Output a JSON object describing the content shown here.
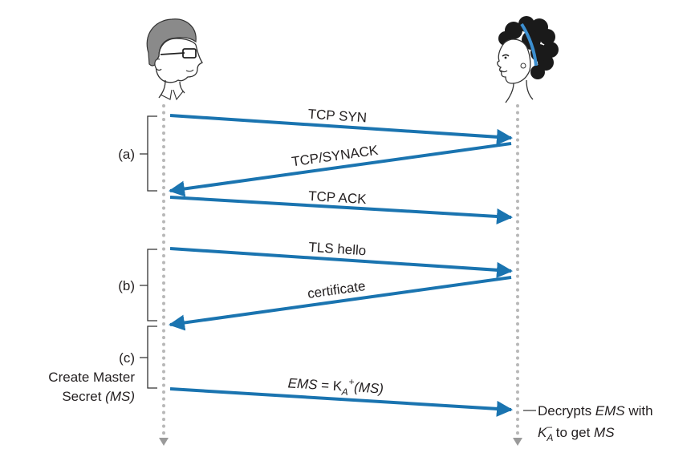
{
  "colors": {
    "arrow": "#1f77b4",
    "arrow_dark": "#0d6aa8",
    "lifeline": "#b8b8b8",
    "bracket": "#333333",
    "text": "#231f20"
  },
  "participants": {
    "left_icon": "man-with-glasses-icon",
    "right_icon": "woman-with-headband-icon"
  },
  "messages": [
    {
      "label": "TCP SYN",
      "direction": "right"
    },
    {
      "label": "TCP/SYNACK",
      "direction": "left"
    },
    {
      "label": "TCP ACK",
      "direction": "right"
    },
    {
      "label": "TLS hello",
      "direction": "right"
    },
    {
      "label": "certificate",
      "direction": "left"
    }
  ],
  "ems_message": {
    "ems": "EMS",
    "eq": " = K",
    "sub_a": "A",
    "sup_plus": "+",
    "ms": "(MS)"
  },
  "phases": {
    "a": "(a)",
    "b": "(b)",
    "c": "(c)"
  },
  "left_note": {
    "line1": "Create Master",
    "line2_text": "Secret ",
    "line2_ital": "(MS)"
  },
  "right_note": {
    "line1_pre": "Decrypts ",
    "line1_ital": "EMS",
    "line1_post": " with",
    "k": "K",
    "sub_a": "A",
    "sup_minus": "–",
    "line2_mid": " to get ",
    "line2_ital": "MS"
  }
}
